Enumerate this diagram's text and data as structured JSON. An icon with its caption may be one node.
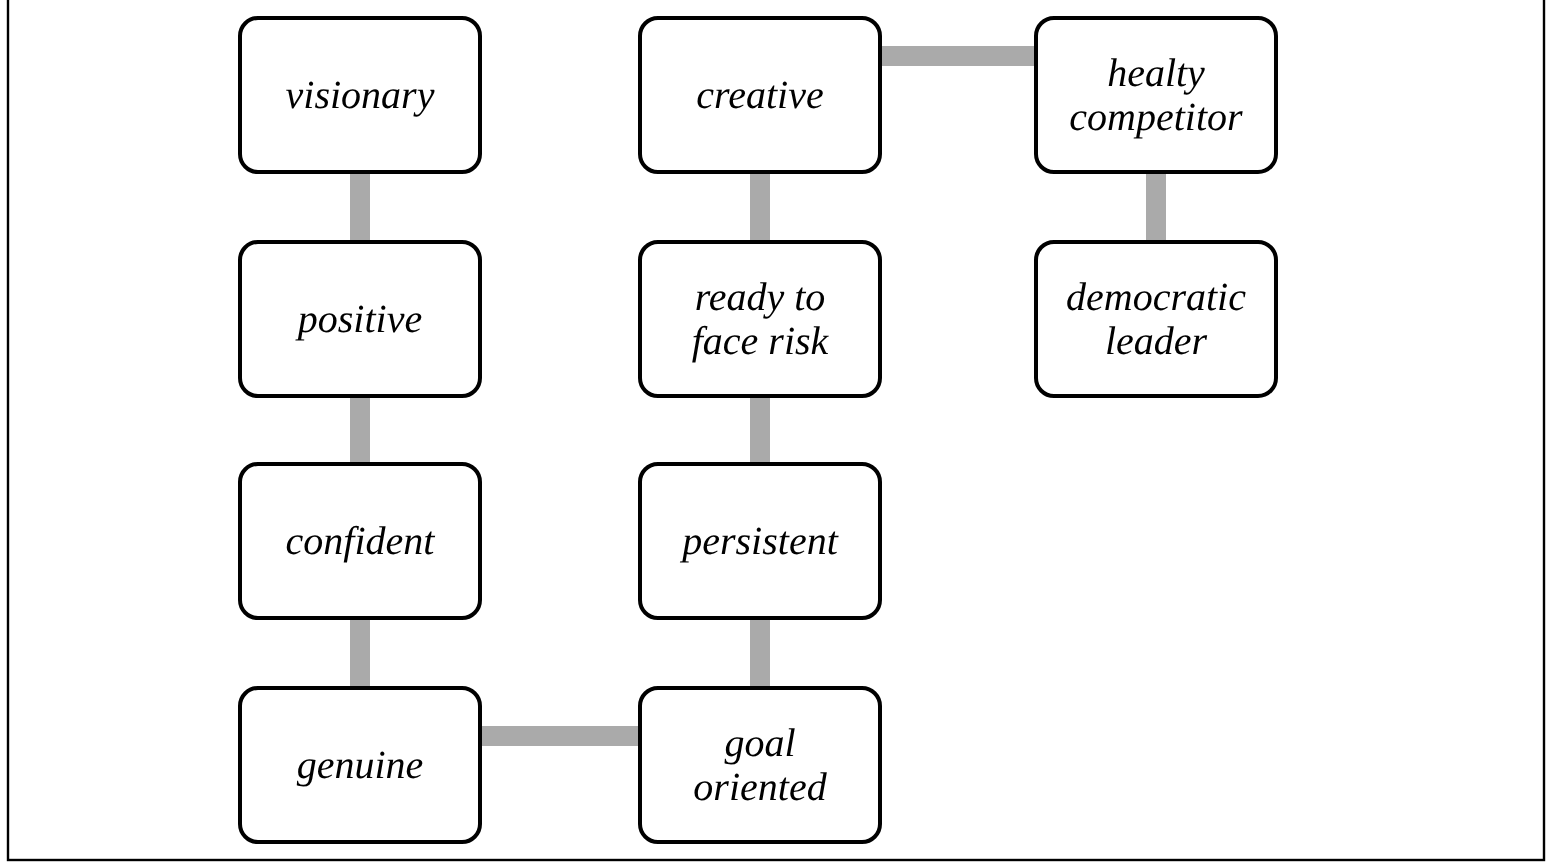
{
  "diagram": {
    "nodes": [
      {
        "text": [
          "visionary"
        ]
      },
      {
        "text": [
          "positive"
        ]
      },
      {
        "text": [
          "confident"
        ]
      },
      {
        "text": [
          "genuine"
        ]
      },
      {
        "text": [
          "goal oriented"
        ]
      },
      {
        "text": [
          "persistent"
        ]
      },
      {
        "text": [
          "ready to face risk"
        ]
      },
      {
        "text": [
          "creative"
        ]
      },
      {
        "text": [
          "healty competitor"
        ]
      },
      {
        "text": [
          "democratic leader"
        ]
      }
    ],
    "edges": [
      {
        "from": 0,
        "to": 1,
        "arrow": "none"
      },
      {
        "from": 1,
        "to": 2,
        "arrow": "none"
      },
      {
        "from": 2,
        "to": 3,
        "arrow": "none"
      },
      {
        "from": 3,
        "to": 4,
        "arrow": "none"
      },
      {
        "from": 4,
        "to": 5,
        "arrow": "none"
      },
      {
        "from": 5,
        "to": 6,
        "arrow": "none"
      },
      {
        "from": 6,
        "to": 7,
        "arrow": "none"
      },
      {
        "from": 7,
        "to": 8,
        "arrow": "none"
      },
      {
        "from": 8,
        "to": 9,
        "arrow": "none"
      }
    ]
  }
}
